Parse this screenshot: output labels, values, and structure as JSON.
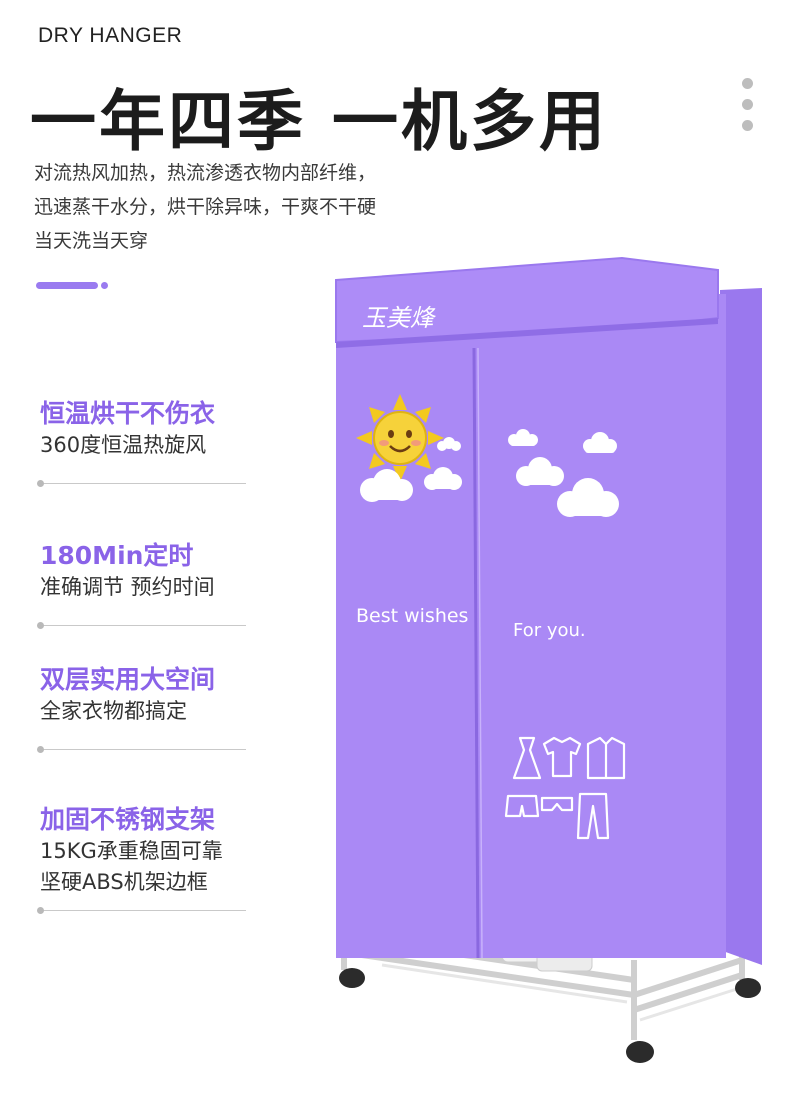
{
  "brand": "DRY HANGER",
  "headline": "一年四季 一机多用",
  "intro": [
    "对流热风加热，热流渗透衣物内部纤维，",
    "迅速蒸干水分，烘干除异味，干爽不干硬",
    "当天洗当天穿"
  ],
  "features": [
    {
      "title": "恒温烘干不伤衣",
      "desc": [
        "360度恒温热旋风"
      ]
    },
    {
      "title": "180Min定时",
      "desc": [
        "准确调节 预约时间"
      ]
    },
    {
      "title": "双层实用大空间",
      "desc": [
        "全家衣物都搞定"
      ]
    },
    {
      "title": "加固不锈钢支架",
      "desc": [
        "15KG承重稳固可靠",
        "坚硬ABS机架边框"
      ]
    }
  ],
  "product": {
    "logo": "玉美烽",
    "left_text": "Best wishes",
    "right_text": "For you.",
    "cover_color": "#a784f4",
    "cover_dark": "#9370ea",
    "cover_light": "#b89af8"
  },
  "colors": {
    "accent": "#8a63e8",
    "accent_bar": "#9a7bf0"
  }
}
